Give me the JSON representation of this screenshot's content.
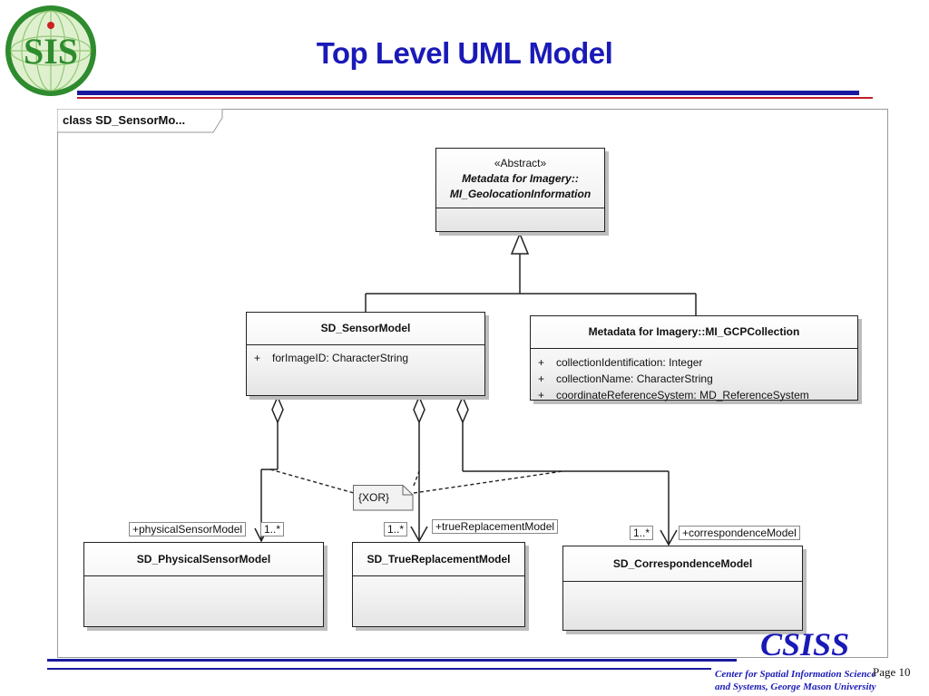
{
  "page": {
    "title": "Top Level UML Model"
  },
  "diagram": {
    "frame_title": "class SD_SensorMo...",
    "classes": {
      "abstract": {
        "stereotype": "«Abstract»",
        "name_line1": "Metadata for Imagery::",
        "name_line2": "MI_GeolocationInformation"
      },
      "sensor_model": {
        "name": "SD_SensorModel",
        "attributes": [
          {
            "visibility": "+",
            "text": "forImageID:  CharacterString"
          }
        ]
      },
      "gcp_collection": {
        "name": "Metadata for Imagery::MI_GCPCollection",
        "attributes": [
          {
            "visibility": "+",
            "text": "collectionIdentification:  Integer"
          },
          {
            "visibility": "+",
            "text": "collectionName:  CharacterString"
          },
          {
            "visibility": "+",
            "text": "coordinateReferenceSystem:  MD_ReferenceSystem"
          }
        ]
      },
      "physical": {
        "name": "SD_PhysicalSensorModel"
      },
      "true_replacement": {
        "name": "SD_TrueReplacementModel"
      },
      "correspondence": {
        "name": "SD_CorrespondenceModel"
      }
    },
    "constraint_note": "{XOR}",
    "labels": {
      "physical_role": "+physicalSensorModel",
      "physical_mult": "1..*",
      "true_mult": "1..*",
      "true_role": "+trueReplacementModel",
      "corr_mult": "1..*",
      "corr_role": "+correspondenceModel"
    }
  },
  "footer": {
    "org_abbrev": "CSISS",
    "org_line1": "Center for Spatial Information Science",
    "org_line2": "and Systems, George Mason University",
    "page_label": "Page  10"
  },
  "logo": {
    "text": "SIS",
    "colors": {
      "green": "#2e8b2e",
      "red": "#cc2222",
      "light": "#c9e6b0"
    }
  }
}
